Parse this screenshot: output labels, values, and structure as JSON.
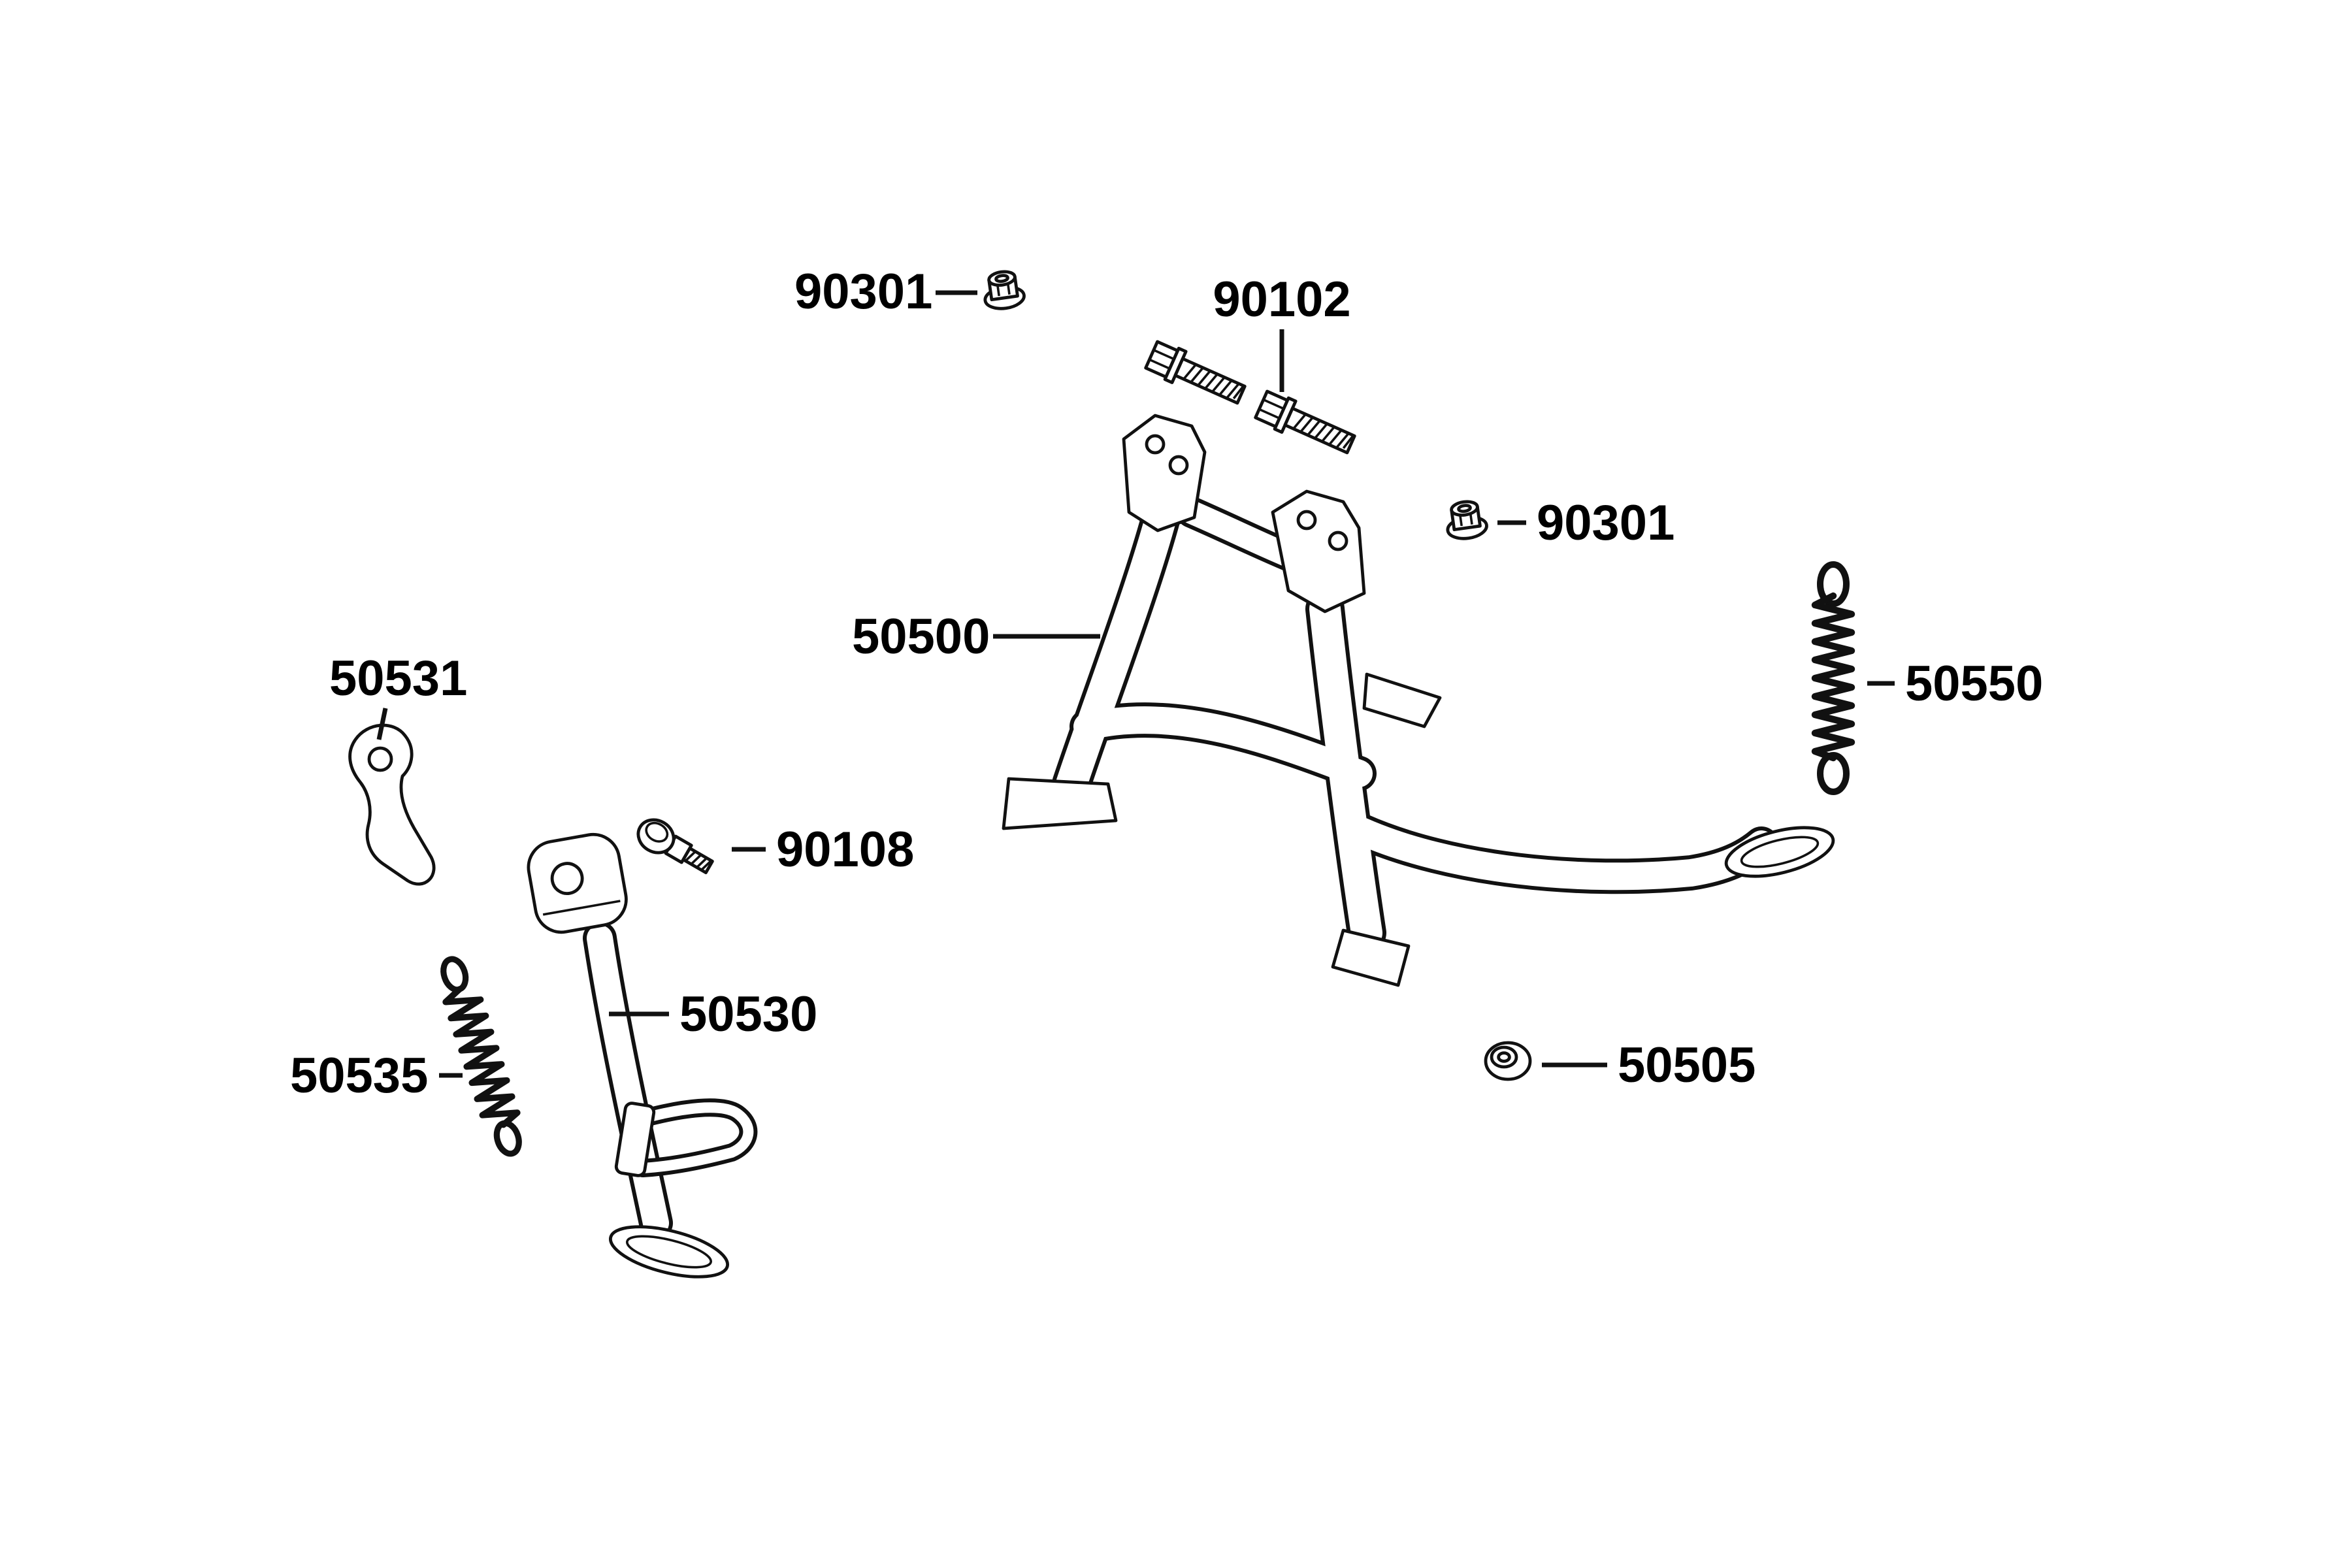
{
  "style": {
    "background": "#ffffff",
    "line_color": "#111111",
    "label_color": "#000000"
  },
  "diagram": {
    "kind": "exploded-parts-diagram",
    "subject": "stand-assembly",
    "callouts": [
      {
        "part_no": "90301",
        "part": "flange-nut"
      },
      {
        "part_no": "90102",
        "part": "hex-flange-bolts"
      },
      {
        "part_no": "90301",
        "part": "flange-nut"
      },
      {
        "part_no": "50500",
        "part": "main-stand"
      },
      {
        "part_no": "50550",
        "part": "main-stand-spring"
      },
      {
        "part_no": "50531",
        "part": "stand-stopper-plate"
      },
      {
        "part_no": "90108",
        "part": "pivot-bolt"
      },
      {
        "part_no": "50530",
        "part": "side-stand"
      },
      {
        "part_no": "50535",
        "part": "side-stand-spring"
      },
      {
        "part_no": "50505",
        "part": "collar-bushing"
      }
    ]
  }
}
